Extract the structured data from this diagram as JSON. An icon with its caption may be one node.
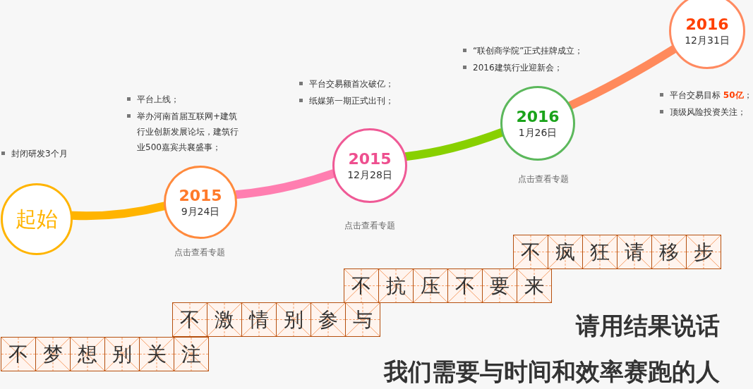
{
  "diagram": {
    "nodes": [
      {
        "text": [
          "起始"
        ],
        "beside": [
          "封闭研发3个月"
        ]
      },
      {
        "text": [
          "2015",
          "9月24日"
        ],
        "beside": [
          "平台上线；",
          "举办河南首届互联网+建筑行业创新发展论坛，建筑行业500嘉宾共襄盛事；"
        ]
      },
      {
        "text": [
          "2015",
          "12月28日"
        ],
        "beside": [
          "平台交易额首次破亿；",
          "纸媒第一期正式出刊；"
        ]
      },
      {
        "text": [
          "2016",
          "1月26日"
        ],
        "beside": [
          "“联创商学院”正式挂牌成立；",
          "2016建筑行业迎新会；"
        ]
      },
      {
        "text": [
          "2016",
          "12月31日"
        ],
        "beside": [
          "平台交易目标 **50亿**；",
          "顶级风险投资关注；"
        ]
      },
      {
        "text": [
          "不"
        ]
      },
      {
        "text": [
          "疯"
        ]
      },
      {
        "text": [
          "狂"
        ]
      },
      {
        "text": [
          "请"
        ]
      },
      {
        "text": [
          "移"
        ]
      },
      {
        "text": [
          "步"
        ]
      },
      {
        "text": [
          "不"
        ]
      },
      {
        "text": [
          "抗"
        ]
      },
      {
        "text": [
          "压"
        ]
      },
      {
        "text": [
          "不"
        ]
      },
      {
        "text": [
          "要"
        ]
      },
      {
        "text": [
          "来"
        ]
      },
      {
        "text": [
          "不"
        ]
      },
      {
        "text": [
          "激"
        ]
      },
      {
        "text": [
          "情"
        ]
      },
      {
        "text": [
          "别"
        ]
      },
      {
        "text": [
          "参"
        ]
      },
      {
        "text": [
          "与"
        ]
      },
      {
        "text": [
          "不"
        ]
      },
      {
        "text": [
          "梦"
        ]
      },
      {
        "text": [
          "想"
        ]
      },
      {
        "text": [
          "别"
        ]
      },
      {
        "text": [
          "关"
        ]
      },
      {
        "text": [
          "注"
        ]
      }
    ],
    "edges": [
      {
        "from": 0,
        "to": 1,
        "arrow": "none",
        "color": "#ffb400"
      },
      {
        "from": 1,
        "to": 2,
        "arrow": "none",
        "color": "#ff7eb0"
      },
      {
        "from": 2,
        "to": 3,
        "arrow": "none",
        "color": "#88d000"
      },
      {
        "from": 3,
        "to": 4,
        "arrow": "none",
        "color": "#ff8a5c"
      }
    ],
    "labels": [
      "点击查看专题",
      "点击查看专题",
      "点击查看专题",
      "请用结果说话",
      "我们需要与时间和效率赛跑的人"
    ]
  }
}
